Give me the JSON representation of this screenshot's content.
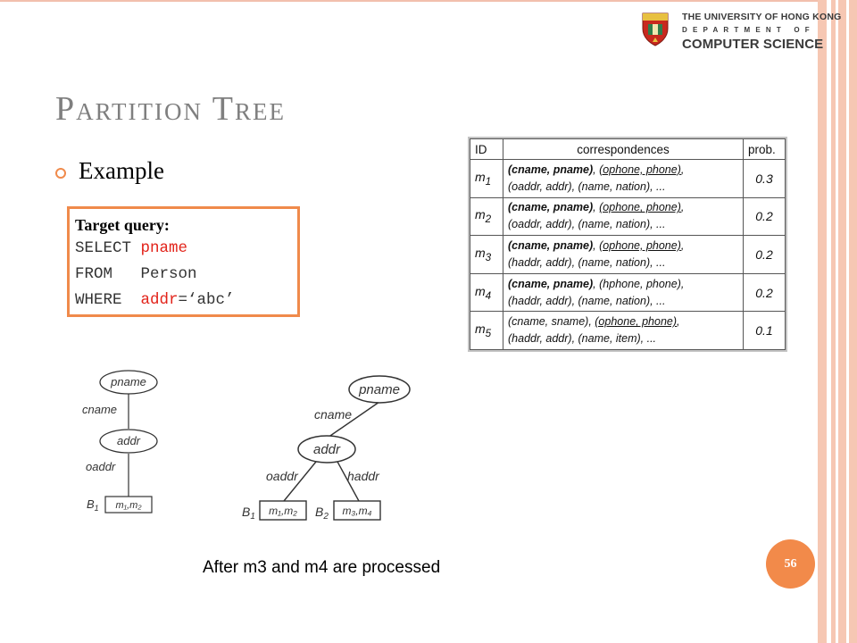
{
  "header": {
    "university": "THE UNIVERSITY OF HONG KONG",
    "department_line": "DEPARTMENT OF",
    "department": "COMPUTER SCIENCE"
  },
  "slide": {
    "title": "Partition Tree",
    "bullet": "Example",
    "page_number": "56",
    "caption": "After m3 and m4 are processed"
  },
  "query": {
    "label": "Target query:",
    "select_kw": "SELECT",
    "select_val": "pname",
    "from_kw": "FROM",
    "from_val": "Person",
    "where_kw": "WHERE",
    "where_attr": "addr",
    "where_rest": "=‘abc’"
  },
  "table": {
    "headers": [
      "ID",
      "correspondences",
      "prob."
    ],
    "rows": [
      {
        "id": "m",
        "sub": "1",
        "bold": "(cname, pname)",
        "under": "(ophone, phone)",
        "rest": "(oaddr, addr), (name, nation), ...",
        "prob": "0.3"
      },
      {
        "id": "m",
        "sub": "2",
        "bold": "(cname, pname)",
        "under": "(ophone, phone)",
        "rest": "(oaddr, addr), (name, nation), ...",
        "prob": "0.2"
      },
      {
        "id": "m",
        "sub": "3",
        "bold": "(cname, pname)",
        "under": "(ophone, phone)",
        "rest": "(haddr, addr), (name, nation), ...",
        "prob": "0.2"
      },
      {
        "id": "m",
        "sub": "4",
        "bold": "(cname, pname)",
        "plain": "(hphone, phone)",
        "rest": "(haddr, addr), (name, nation), ...",
        "prob": "0.2"
      },
      {
        "id": "m",
        "sub": "5",
        "plainfirst": "(cname, sname)",
        "under": "(ophone, phone)",
        "rest": "(haddr, addr), (name, item), ...",
        "prob": "0.1"
      }
    ]
  },
  "tree1": {
    "root": "pname",
    "edge1": "cname",
    "child": "addr",
    "edge2": "oaddr",
    "bucket_label": "B",
    "bucket_sub": "1",
    "bucket": "m₁,m₂"
  },
  "tree2": {
    "root": "pname",
    "edge1": "cname",
    "child": "addr",
    "edge_left": "oaddr",
    "edge_right": "haddr",
    "b1_label": "B",
    "b1_sub": "1",
    "b1": "m₁,m₂",
    "b2_label": "B",
    "b2_sub": "2",
    "b2": "m₃,m₄"
  },
  "colors": {
    "accent": "#f08a4b",
    "title": "#7f7f7f",
    "query_highlight": "#e2231a",
    "stripe": "#f6c7b3"
  }
}
